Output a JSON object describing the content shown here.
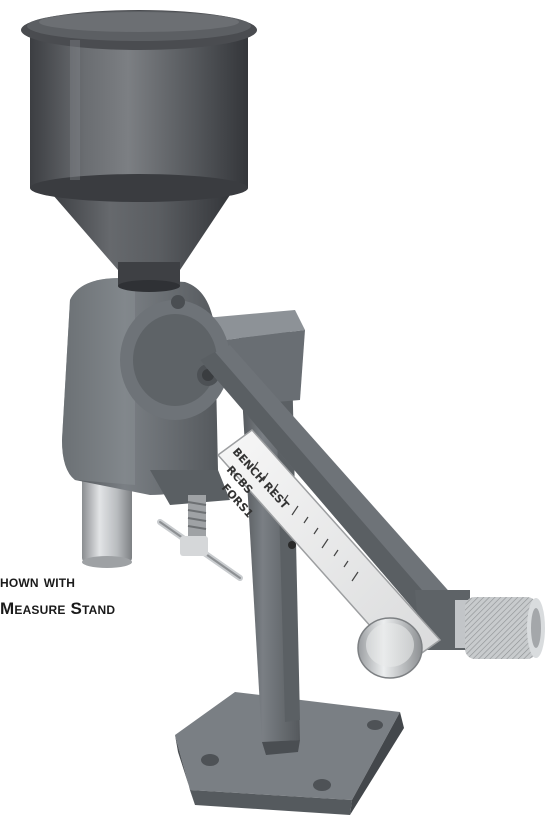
{
  "caption": {
    "line1": "hown with",
    "line2": "Measure Stand"
  },
  "scale": {
    "line1": "BENCH REST",
    "line2": "RCBS",
    "line3": "FORS1"
  },
  "colors": {
    "background": "#ffffff",
    "hopper": "#5a5c60",
    "hopper_dark": "#3c3e42",
    "hopper_light": "#7c7f83",
    "cast_iron": "#6e7378",
    "cast_iron_dark": "#4d5155",
    "cast_iron_light": "#8d9297",
    "metal": "#b9bcbf",
    "metal_light": "#e2e4e6",
    "scale_plate": "#f2f2f2",
    "caption_text": "#1a1a1a"
  }
}
